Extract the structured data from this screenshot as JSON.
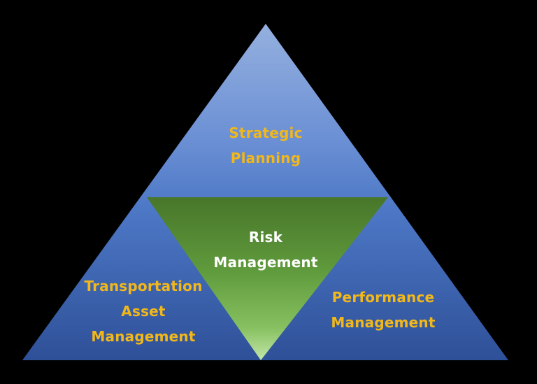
{
  "diagram": {
    "title": "",
    "background": "#000000",
    "colors": {
      "blue_top": "#8eaadb",
      "blue_mid": "#4a74c2",
      "blue_bottom": "#2f529a",
      "green_top": "#4b7a2c",
      "green_bottom": "#a9d98a",
      "label_gold": "#f2b81a",
      "label_white": "#ffffff"
    },
    "segments": [
      {
        "id": "strategic-planning",
        "position": "top",
        "lines": [
          "Strategic",
          "Planning"
        ],
        "text_color": "gold"
      },
      {
        "id": "risk-management",
        "position": "center-inverted",
        "lines": [
          "Risk",
          "Management"
        ],
        "text_color": "white"
      },
      {
        "id": "transportation-asset-management",
        "position": "bottom-left",
        "lines": [
          "Transportation",
          "Asset",
          "Management"
        ],
        "text_color": "gold"
      },
      {
        "id": "performance-management",
        "position": "bottom-right",
        "lines": [
          "Performance",
          "Management"
        ],
        "text_color": "gold"
      }
    ]
  }
}
